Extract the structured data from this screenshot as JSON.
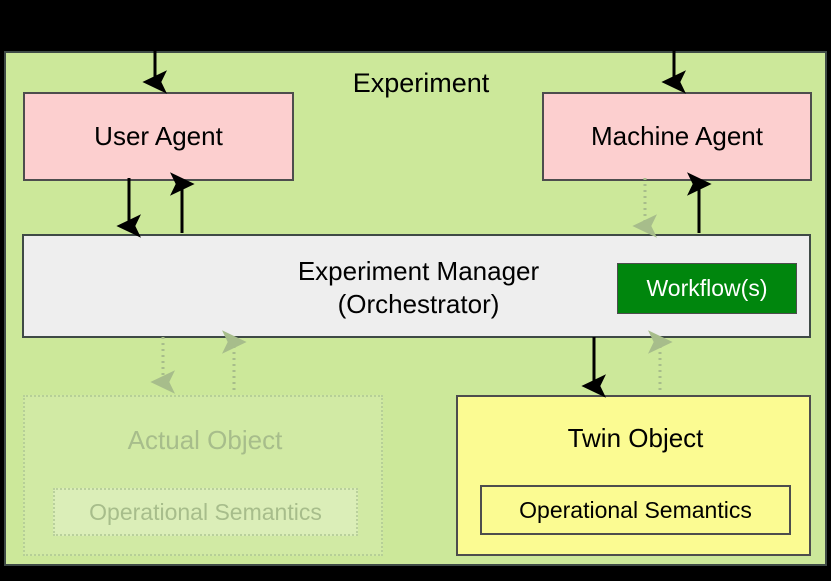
{
  "diagram": {
    "title": "Experiment",
    "nodes": {
      "user_agent": "User Agent",
      "machine_agent": "Machine Agent",
      "manager_line1": "Experiment Manager",
      "manager_line2": "(Orchestrator)",
      "workflows": "Workflow(s)",
      "actual_object": "Actual Object",
      "actual_object_semantics": "Operational Semantics",
      "twin_object": "Twin Object",
      "twin_object_semantics": "Operational Semantics"
    },
    "colors": {
      "canvas": "#000000",
      "experiment_fill": "#cce89a",
      "agent_fill": "#fccfcf",
      "manager_fill": "#eeeeee",
      "workflow_fill": "#00860d",
      "workflow_text": "#ffffff",
      "twin_fill": "#fbfb92",
      "ghost_text": "#a7bd8b",
      "ghost_border": "#b6cf97",
      "stroke": "#4d4d4d",
      "arrow_solid": "#000000",
      "arrow_ghost": "#a7bd8b"
    },
    "edges": [
      {
        "id": "into-user-agent",
        "from": "outside-top",
        "to": "user-agent",
        "style": "solid",
        "direction": "down"
      },
      {
        "id": "into-machine-agent",
        "from": "outside-top",
        "to": "machine-agent",
        "style": "solid",
        "direction": "down"
      },
      {
        "id": "user-agent-to-manager",
        "from": "user-agent",
        "to": "experiment-manager",
        "style": "solid",
        "direction": "down"
      },
      {
        "id": "manager-to-user-agent",
        "from": "experiment-manager",
        "to": "user-agent",
        "style": "solid",
        "direction": "up"
      },
      {
        "id": "machine-agent-to-manager",
        "from": "machine-agent",
        "to": "experiment-manager",
        "style": "dotted",
        "direction": "down"
      },
      {
        "id": "manager-to-machine-agent",
        "from": "experiment-manager",
        "to": "machine-agent",
        "style": "solid",
        "direction": "up"
      },
      {
        "id": "manager-to-actual-object",
        "from": "experiment-manager",
        "to": "actual-object",
        "style": "dotted",
        "direction": "down"
      },
      {
        "id": "actual-object-to-manager",
        "from": "actual-object",
        "to": "experiment-manager",
        "style": "dotted",
        "direction": "up"
      },
      {
        "id": "manager-to-twin-object",
        "from": "experiment-manager",
        "to": "twin-object",
        "style": "solid",
        "direction": "down"
      },
      {
        "id": "twin-object-to-manager",
        "from": "twin-object",
        "to": "experiment-manager",
        "style": "dotted",
        "direction": "up"
      }
    ]
  }
}
